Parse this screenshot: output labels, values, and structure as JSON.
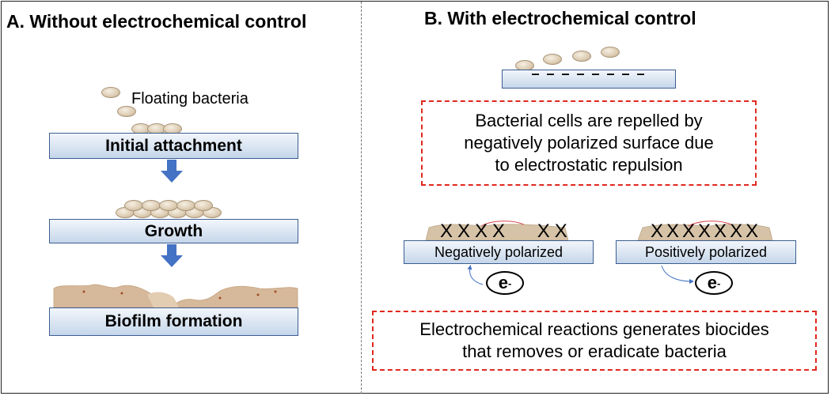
{
  "panel_a": {
    "title": "A. Without electrochemical control",
    "floating_label": "Floating bacteria",
    "stage_1": "Initial attachment",
    "stage_2": "Growth",
    "stage_3": "Biofilm formation"
  },
  "panel_b": {
    "title": "B. With electrochemical control",
    "surface_charge": "– – – – – – – –",
    "repel_text_1": "Bacterial cells are repelled by",
    "repel_text_2": "negatively polarized surface due",
    "repel_text_3": "to electrostatic repulsion",
    "neg_label": "Negatively polarized",
    "pos_label": "Positively polarized",
    "electron": "e",
    "electron_charge": "-",
    "reaction_text_1": "Electrochemical reactions generates biocides",
    "reaction_text_2": "that removes or eradicate bacteria",
    "kill_mark": "X"
  },
  "colors": {
    "bar_border": "#3b5e91",
    "arrow": "#4472c4",
    "dash_box": "#e0281e",
    "bacteria": "#dccbb1",
    "biofilm": "#d6b99a"
  }
}
